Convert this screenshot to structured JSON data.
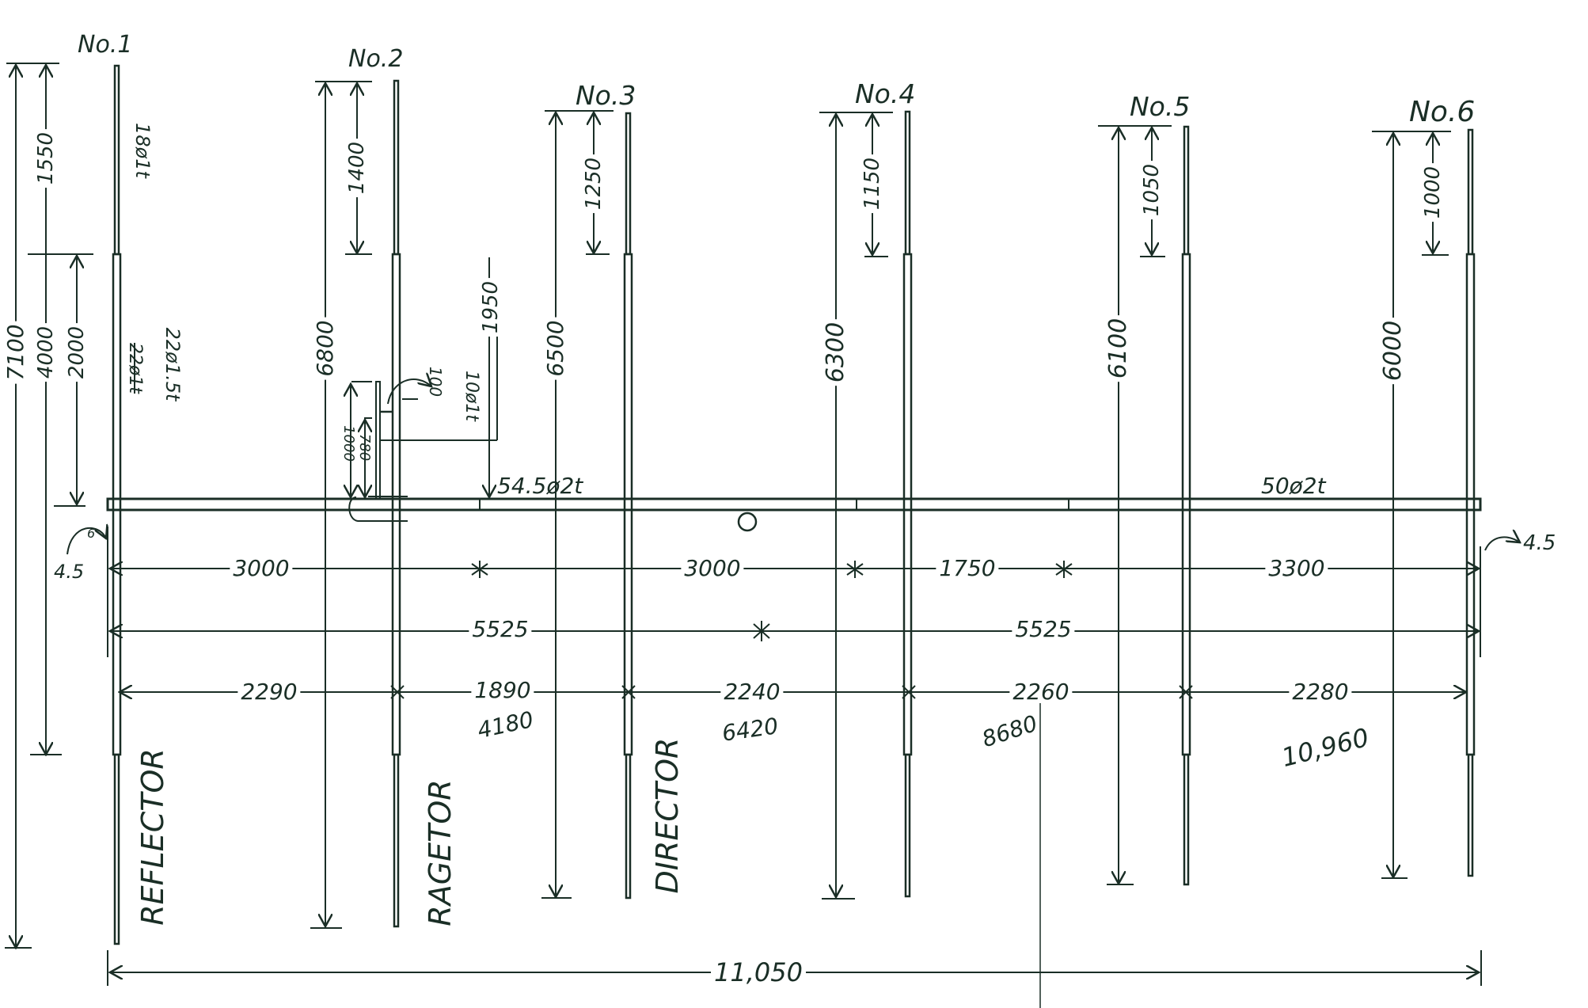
{
  "elements": [
    {
      "id": "No.1",
      "label": "No.1",
      "name": "REFLECTOR",
      "total_length": "7100",
      "tip_length": "1550",
      "half_length": "4000",
      "inner_length": "2000",
      "tip_tube": "18ø1t",
      "inner_tube_struck": "22ø1t",
      "inner_tube": "22ø1.5t"
    },
    {
      "id": "No.2",
      "label": "No.2",
      "name": "RAGETOR",
      "total_length": "6800",
      "tip_length": "1400"
    },
    {
      "id": "No.3",
      "label": "No.3",
      "name": "DIRECTOR",
      "total_length": "6500",
      "tip_length": "1250"
    },
    {
      "id": "No.4",
      "label": "No.4",
      "total_length": "6300",
      "tip_length": "1150"
    },
    {
      "id": "No.5",
      "label": "No.5",
      "total_length": "6100",
      "tip_length": "1050"
    },
    {
      "id": "No.6",
      "label": "No.6",
      "total_length": "6000",
      "tip_length": "1000"
    }
  ],
  "feed": {
    "gap": "100",
    "rod": "10ø1t",
    "length_outer": "1000",
    "length_inner": "780",
    "height_arrow": "1950"
  },
  "boom": {
    "section_a": "54.5ø2t",
    "section_b": "50ø2t",
    "left_offset": "4.5",
    "left_offset_small": "6",
    "right_offset": "4.5",
    "total_length": "11,050"
  },
  "dimensions": {
    "boom_sections": [
      "3000",
      "3000",
      "1750",
      "3300"
    ],
    "halves": [
      "5525",
      "5525"
    ],
    "spacings": [
      "2290",
      "1890",
      "2240",
      "2260",
      "2280"
    ],
    "cumulative": [
      "4180",
      "6420",
      "8680",
      "10,960"
    ]
  }
}
